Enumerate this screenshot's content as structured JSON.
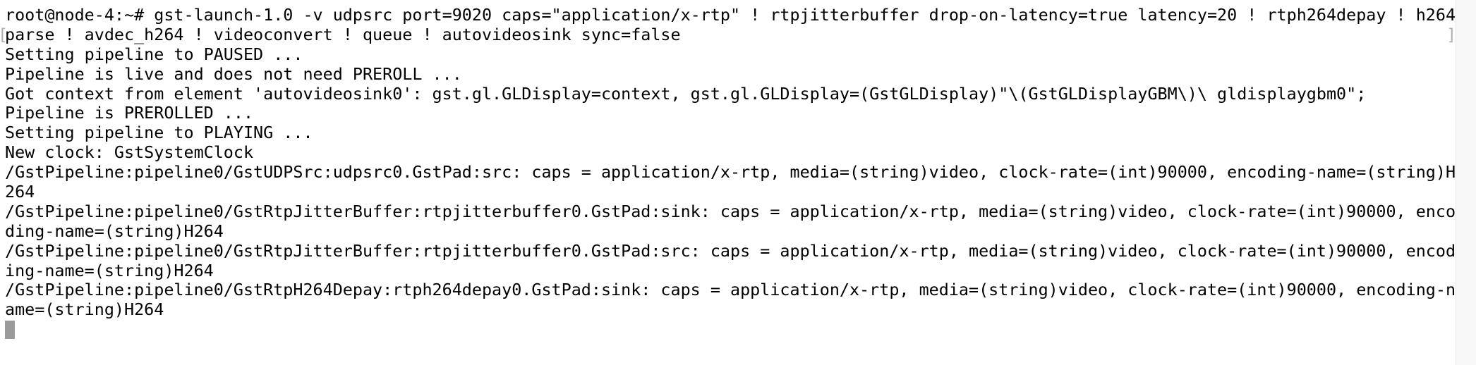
{
  "terminal": {
    "rows": [
      {
        "text": "root@node-4:~# gst-launch-1.0 -v udpsrc port=9020 caps=\"application/x-rtp\" ! rtpjitterbuffer drop-on-latency=true latency=20 ! rtph264depay ! h264"
      },
      {
        "text": "parse ! avdec_h264 ! videoconvert ! queue ! autovideosink sync=false"
      },
      {
        "text": "Setting pipeline to PAUSED ..."
      },
      {
        "text": "Pipeline is live and does not need PREROLL ..."
      },
      {
        "text": "Got context from element 'autovideosink0': gst.gl.GLDisplay=context, gst.gl.GLDisplay=(GstGLDisplay)\"\\(GstGLDisplayGBM\\)\\ gldisplaygbm0\";"
      },
      {
        "text": "Pipeline is PREROLLED ..."
      },
      {
        "text": "Setting pipeline to PLAYING ..."
      },
      {
        "text": "New clock: GstSystemClock"
      },
      {
        "text": "/GstPipeline:pipeline0/GstUDPSrc:udpsrc0.GstPad:src: caps = application/x-rtp, media=(string)video, clock-rate=(int)90000, encoding-name=(string)H"
      },
      {
        "text": "264"
      },
      {
        "text": "/GstPipeline:pipeline0/GstRtpJitterBuffer:rtpjitterbuffer0.GstPad:sink: caps = application/x-rtp, media=(string)video, clock-rate=(int)90000, enco"
      },
      {
        "text": "ding-name=(string)H264"
      },
      {
        "text": "/GstPipeline:pipeline0/GstRtpJitterBuffer:rtpjitterbuffer0.GstPad:src: caps = application/x-rtp, media=(string)video, clock-rate=(int)90000, encod"
      },
      {
        "text": "ing-name=(string)H264"
      },
      {
        "text": "/GstPipeline:pipeline0/GstRtpH264Depay:rtph264depay0.GstPad:sink: caps = application/x-rtp, media=(string)video, clock-rate=(int)90000, encoding-n"
      },
      {
        "text": "ame=(string)H264"
      }
    ],
    "wrap_markers": {
      "open": "[",
      "close": "]"
    },
    "colors": {
      "background": "#ffffff",
      "text": "#000000",
      "cursor": "#9a9a9a",
      "wrap_marker": "#b0b0b0",
      "scrollbar_track": "#f8f8f8",
      "scrollbar_border": "#e8e8e8"
    }
  }
}
